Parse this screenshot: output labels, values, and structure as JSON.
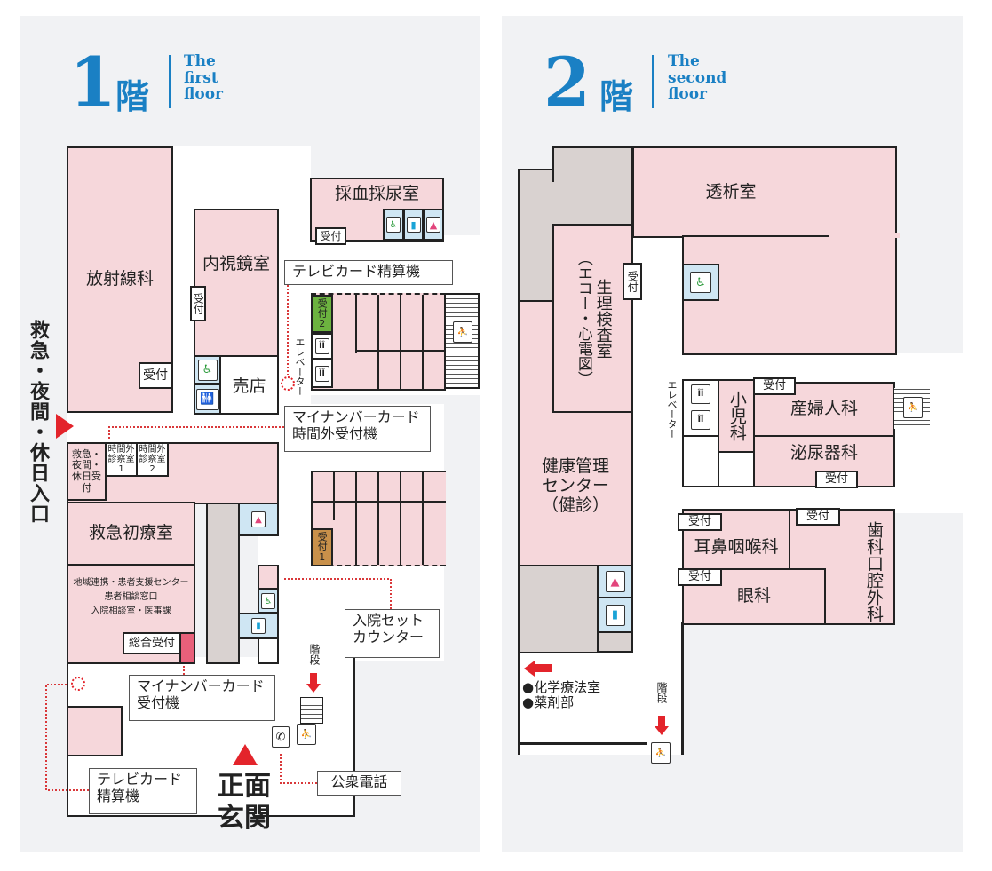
{
  "floor1": {
    "number": "1",
    "kai": "階",
    "en": [
      "The",
      "first",
      "floor"
    ],
    "rooms": {
      "radiology": "放射線科",
      "endoscopy": "内視鏡室",
      "shop": "売店",
      "blood": "採血採尿室",
      "emergency_reception": "救急・夜間・休日受付",
      "after_hours_1": "時間外診察室1",
      "after_hours_2": "時間外診察室2",
      "er": "救急初療室",
      "support_center": [
        "地域連携・患者支援センター",
        "患者相談窓口",
        "入院相談室・医事課"
      ],
      "general_reception": "総合受付"
    },
    "reception": "受付",
    "reception_1": "受付1",
    "reception_2": "受付2",
    "elevator": "エレベーター",
    "stairs": "階段",
    "labels": {
      "tv_card_top": "テレビカード精算機",
      "mynumber_after": [
        "マイナンバーカード",
        "時間外受付機"
      ],
      "admission_set": [
        "入院セット",
        "カウンター"
      ],
      "mynumber": [
        "マイナンバーカード",
        "受付機"
      ],
      "tv_card_bottom": [
        "テレビカード",
        "精算機"
      ],
      "payphone": "公衆電話"
    },
    "entrance_side": "救急・夜間・休日入口",
    "main_entrance": [
      "正面",
      "玄関"
    ]
  },
  "floor2": {
    "number": "2",
    "kai": "階",
    "en": [
      "The",
      "second",
      "floor"
    ],
    "rooms": {
      "dialysis": "透析室",
      "physio": "生理検査室",
      "physio_sub": "（エコー・心電図）",
      "health_center": [
        "健康管理",
        "センター",
        "（健診）"
      ],
      "pediatrics": "小児科",
      "obgyn": "産婦人科",
      "urology": "泌尿器科",
      "ent": "耳鼻咽喉科",
      "dental": "歯科口腔外科",
      "ophthalmology": "眼科"
    },
    "reception": "受付",
    "elevator": "エレベーター",
    "stairs": "階段",
    "direction": [
      "●化学療法室",
      "●薬剤部"
    ]
  },
  "colors": {
    "room": "#f6d7db",
    "accent": "#1a80c4",
    "arrow": "#e3242b",
    "restroom": "#cfe6f3",
    "reception2": "#6cb33f",
    "reception1": "#c8904a"
  }
}
